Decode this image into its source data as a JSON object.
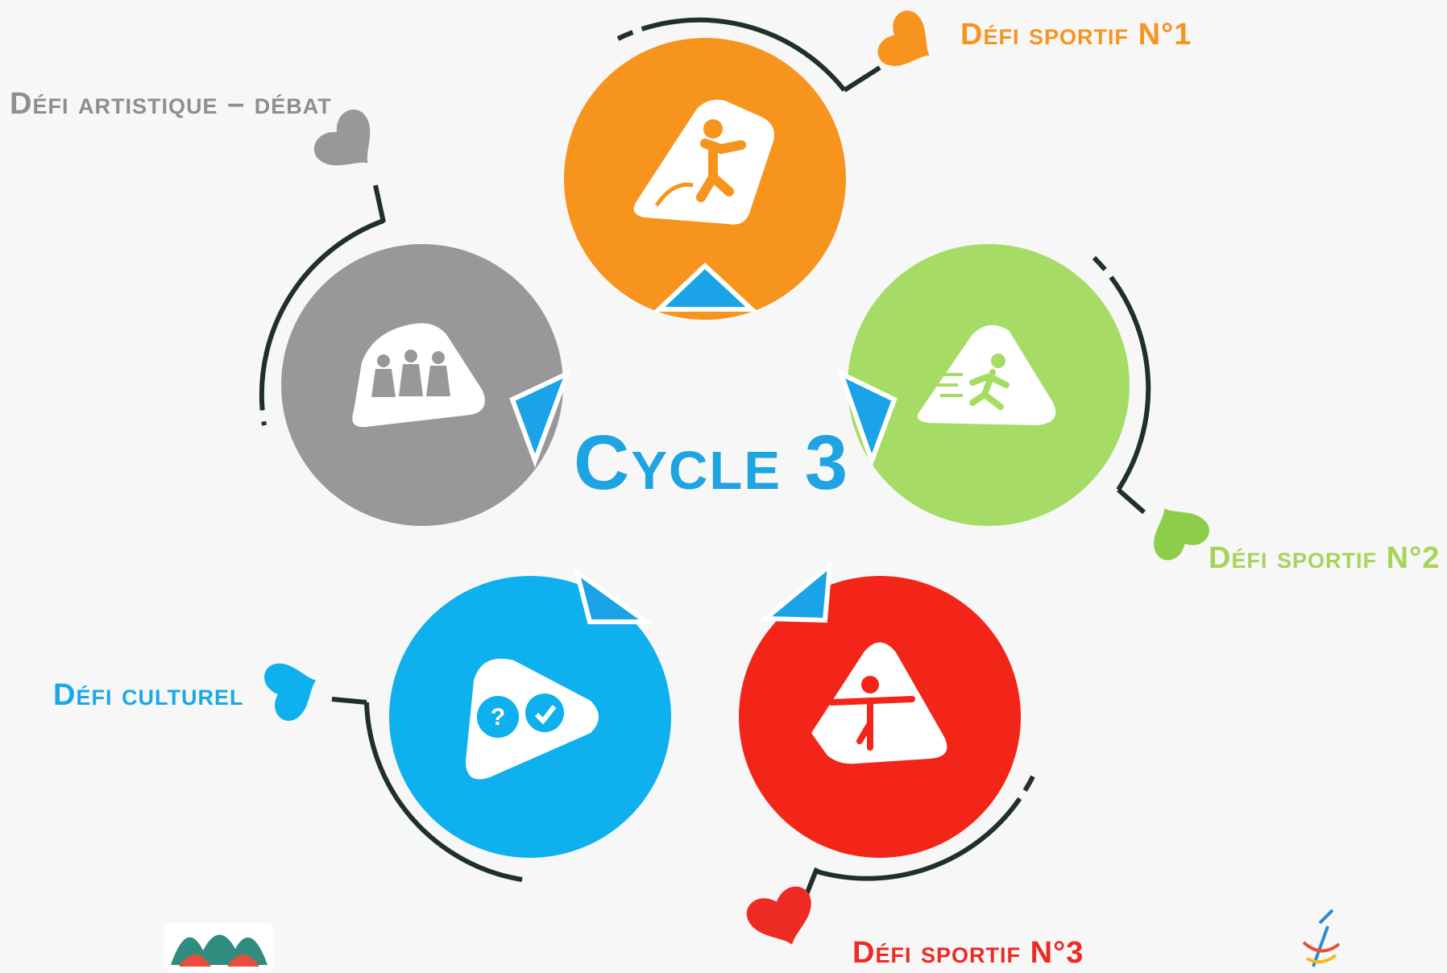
{
  "title": "Cycle 3",
  "challenges": [
    {
      "id": "sport1",
      "label": "Défi sportif N°1",
      "color": "#f7941d",
      "icon": "jumping-figure-icon"
    },
    {
      "id": "sport2",
      "label": "Défi sportif N°2",
      "color": "#a6d45a",
      "icon": "running-figure-icon"
    },
    {
      "id": "sport3",
      "label": "Défi sportif N°3",
      "color": "#ee2a24",
      "icon": "balancing-figure-icon"
    },
    {
      "id": "culture",
      "label": "Défi culturel",
      "color": "#0fb0ee",
      "icon": "question-check-bubbles-icon"
    },
    {
      "id": "art",
      "label": "Défi artistique – débat",
      "color": "#98989b",
      "icon": "art-figures-icon"
    }
  ],
  "accent": "#1aa3e6",
  "ring_color": "#1f2f2c",
  "logos": [
    "athletes-collage-logo",
    "torch-logo"
  ]
}
